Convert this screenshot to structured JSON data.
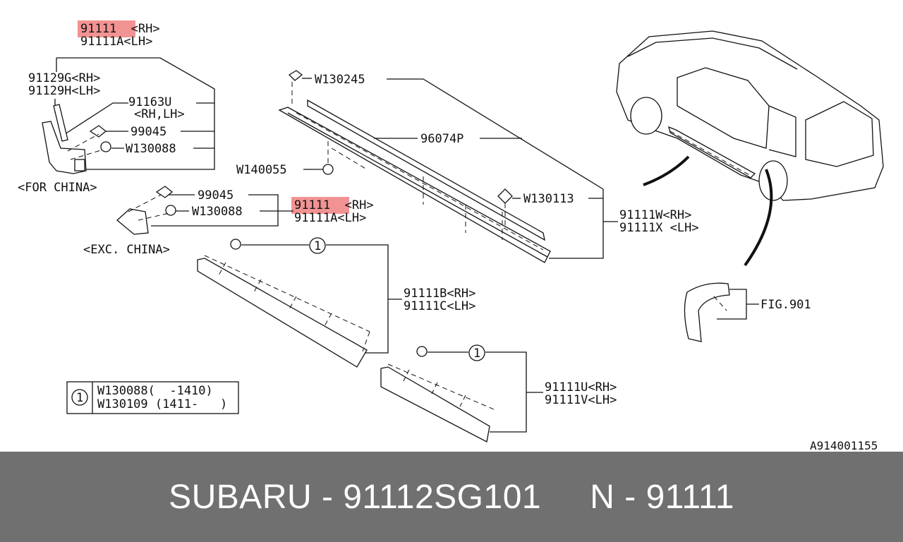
{
  "diagram": {
    "callouts": {
      "top_main_rh": "91111  <RH>",
      "top_main_lh": "91111A<LH>",
      "g_rh": "91129G<RH>",
      "h_lh": "91129H<LH>",
      "u_code": "91163U",
      "u_side": "<RH,LH>",
      "clip_99045_a": "99045",
      "w130088_a": "W130088",
      "for_china": "<FOR CHINA>",
      "clip_99045_b": "99045",
      "w130088_b": "W130088",
      "mid_main_rh": "91111  <RH>",
      "mid_main_lh": "91111A<LH>",
      "exc_china": "<EXC. CHINA>",
      "w130245": "W130245",
      "p96074": "96074P",
      "w140055": "W140055",
      "w130113": "W130113",
      "w_rh": "91111W<RH>",
      "x_lh": "91111X <LH>",
      "circle_1a": "1",
      "b_rh": "91111B<RH>",
      "c_lh": "91111C<LH>",
      "circle_1b": "1",
      "u_rh": "91111U<RH>",
      "v_lh": "91111V<LH>",
      "fig": "FIG.901",
      "ref_no": "A914001155"
    },
    "legend": {
      "symbol": "1",
      "line1": "W130088(  -1410)",
      "line2": "W130109 (1411-   )"
    },
    "highlight_color": "#f08080"
  },
  "footer": {
    "text": "SUBARU - 91112SG101     N - 91111",
    "background": "#707070"
  }
}
